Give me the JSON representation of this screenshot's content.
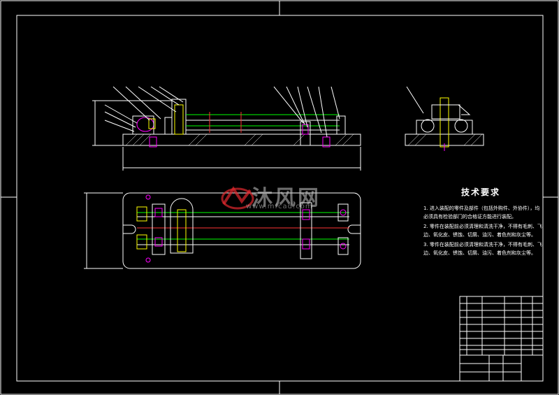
{
  "technical_requirements": {
    "title": "技术要求",
    "notes": [
      "1. 进入装配的零件及部件（包括外购件、外协件），均必须具有检验部门的合格证方能进行装配。",
      "2. 零件在装配前必须清理和清洗干净，不得有毛刺、飞边、氧化皮、锈蚀、切屑、油污、着色剂和灰尘等。",
      "3. 零件在装配前必须清理和清洗干净，不得有毛刺、飞边、氧化皮、锈蚀、切屑、油污、着色剂和灰尘等。"
    ]
  },
  "watermark": {
    "text": "沐风网",
    "url": "www.mfcad.com"
  },
  "colors": {
    "background": "#000000",
    "line": "#ffffff",
    "part_yellow": "#ffff00",
    "part_green": "#00ff00",
    "part_magenta": "#ff00ff",
    "part_red": "#ff3333",
    "watermark_red": "#e0282e"
  }
}
